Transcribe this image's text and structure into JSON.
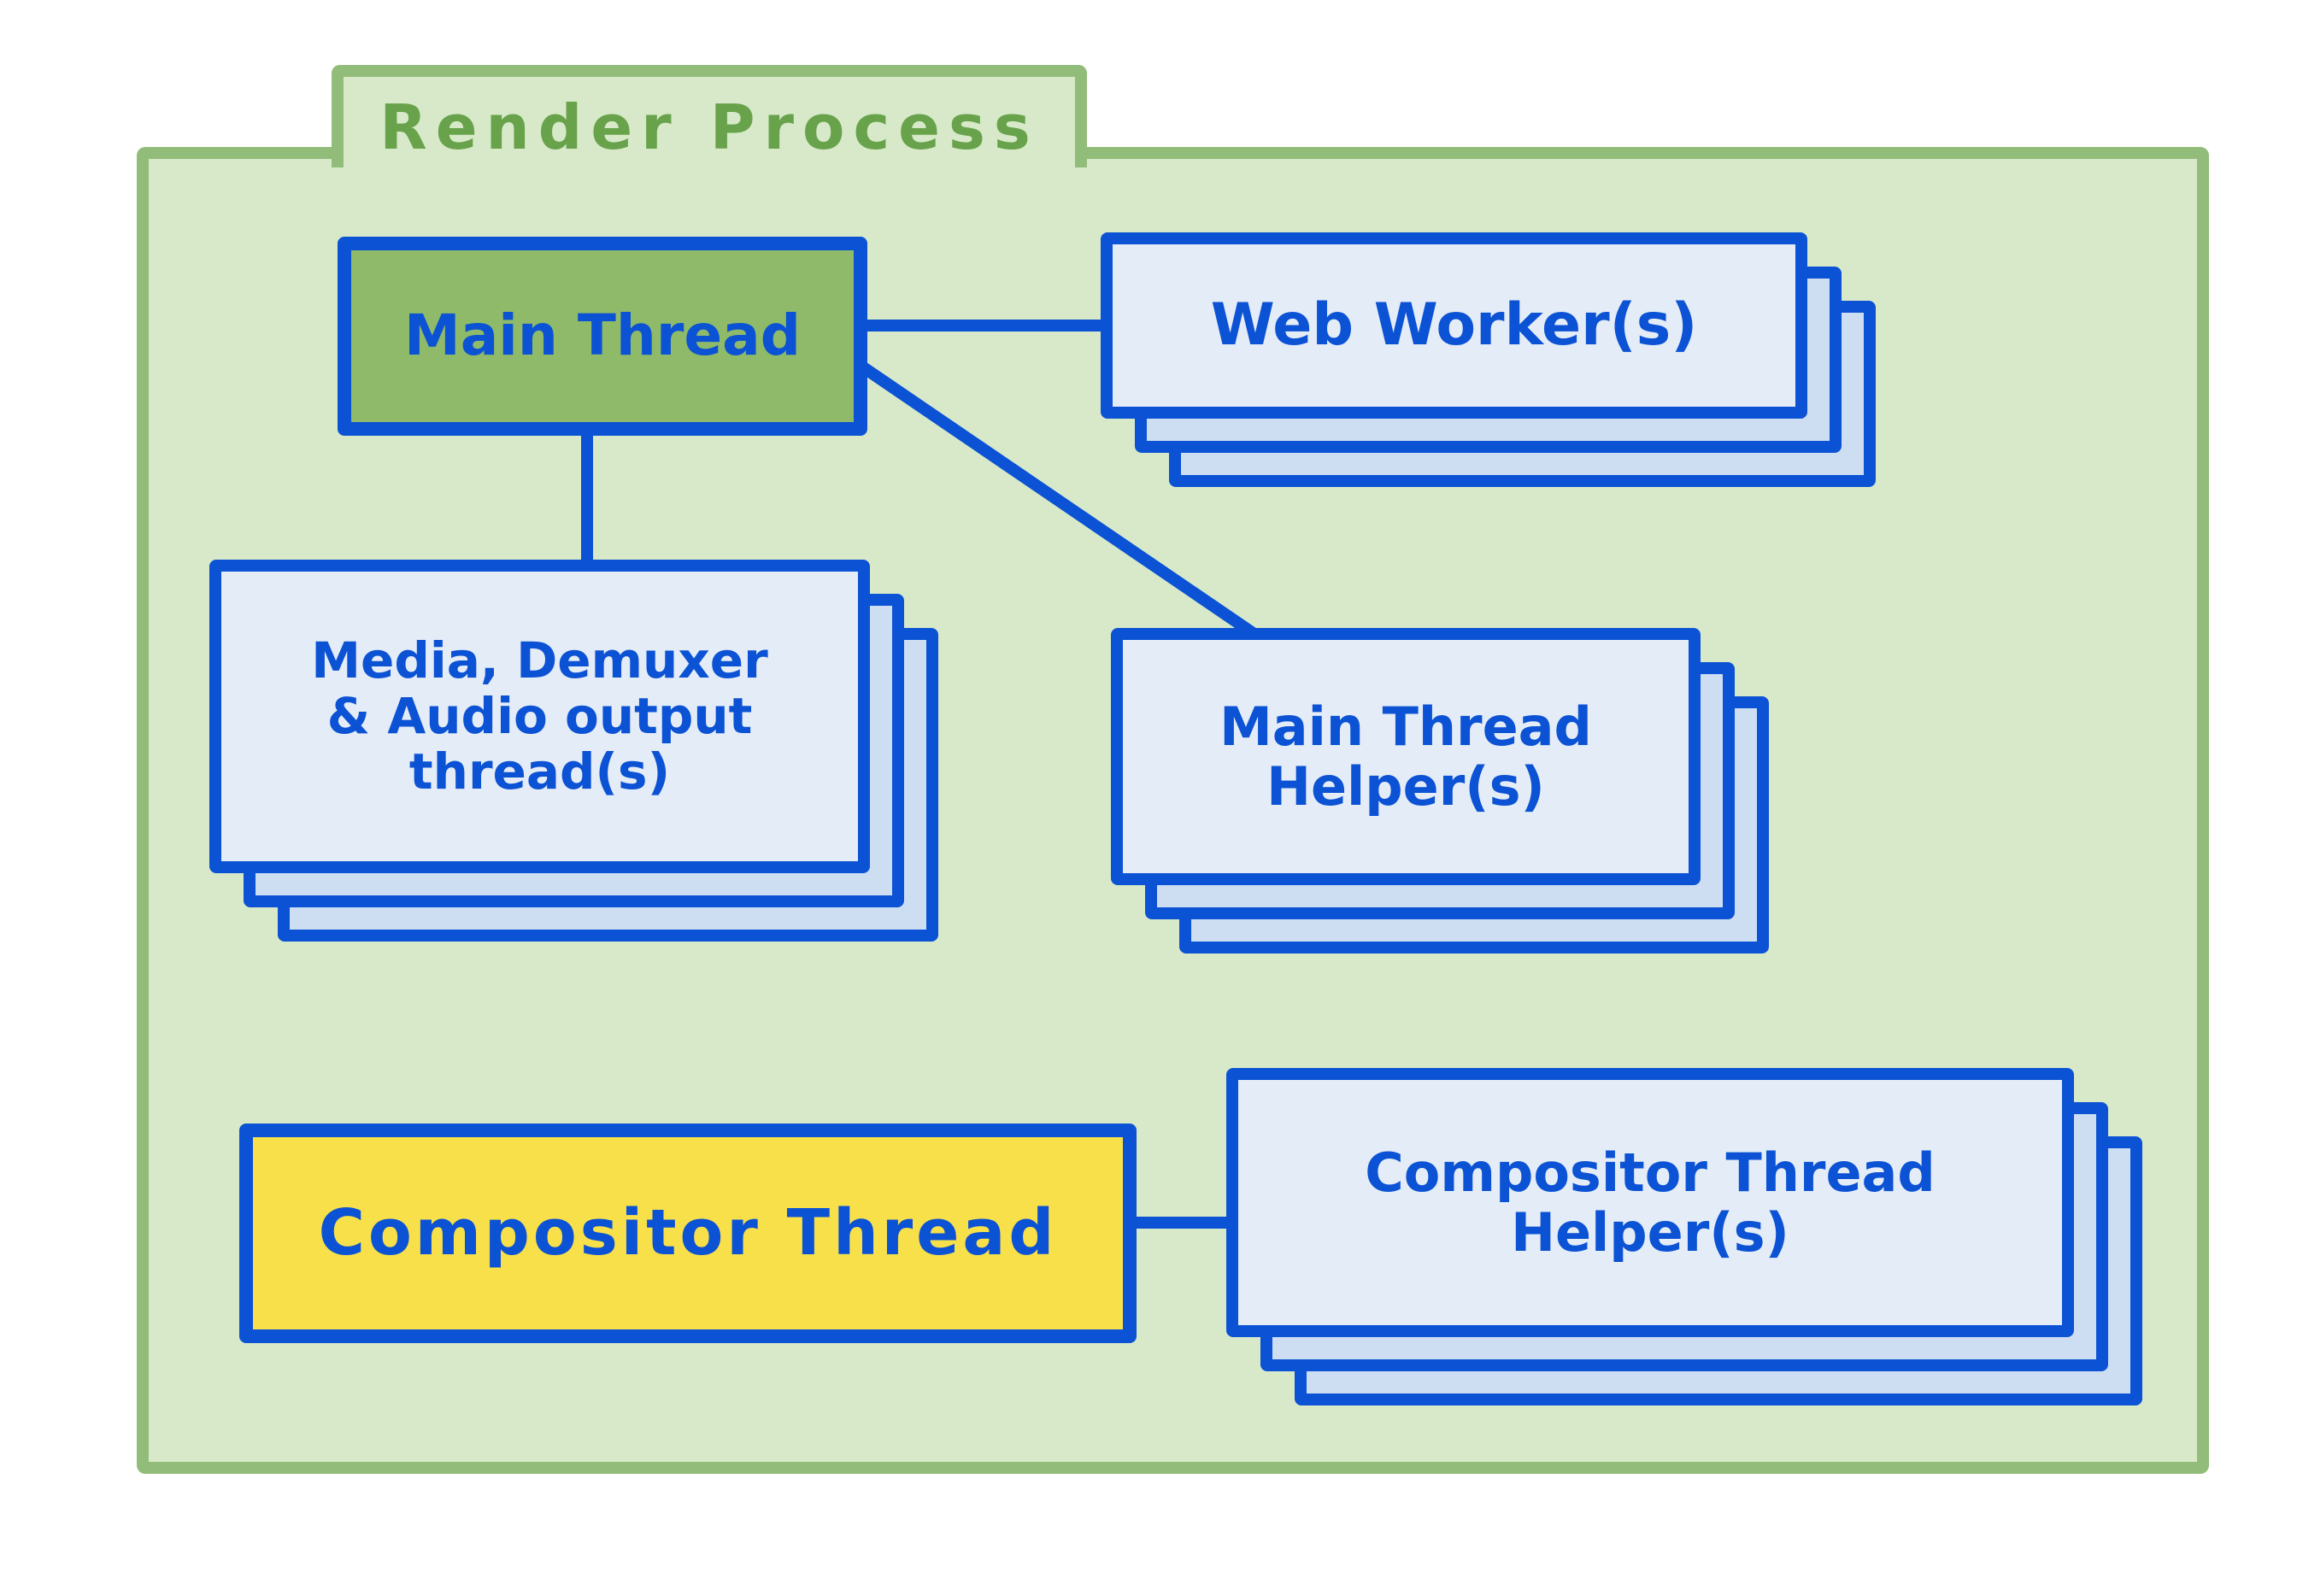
{
  "title": "Render Process",
  "colors": {
    "blue": "#0b52d4",
    "folder_fill": "#d7e9c9",
    "folder_border": "#92bc79",
    "title_green": "#68a24b",
    "main_thread_fill": "#8eba69",
    "card_front_fill": "#e4ecf7",
    "card_back_fill": "#cddef2",
    "compositor_fill": "#f8e04b"
  },
  "nodes": {
    "main_thread": {
      "label": "Main Thread"
    },
    "web_workers": {
      "label": "Web Worker(s)"
    },
    "media_threads": {
      "lines": [
        "Media, Demuxer",
        "& Audio output",
        "thread(s)"
      ]
    },
    "main_thread_helpers": {
      "lines": [
        "Main Thread",
        "Helper(s)"
      ]
    },
    "compositor_thread": {
      "label": "Compositor Thread"
    },
    "compositor_thread_helpers": {
      "lines": [
        "Compositor Thread",
        "Helper(s)"
      ]
    }
  },
  "edges": [
    {
      "from": "main_thread",
      "to": "web_workers"
    },
    {
      "from": "main_thread",
      "to": "media_threads"
    },
    {
      "from": "main_thread",
      "to": "main_thread_helpers"
    },
    {
      "from": "compositor_thread",
      "to": "compositor_thread_helpers"
    }
  ]
}
